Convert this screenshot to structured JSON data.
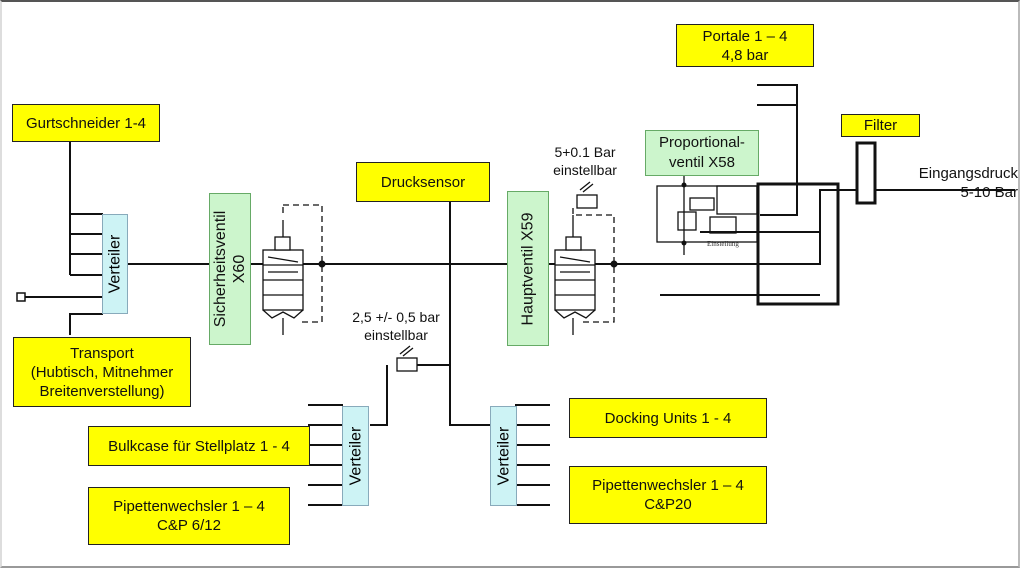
{
  "diagram": {
    "type": "pneumatic-schematic",
    "consumers": {
      "gurtschneider": "Gurtschneider 1-4",
      "transport": "Transport\n(Hubtisch, Mitnehmer\nBreitenverstellung)",
      "bulkcase": "Bulkcase für Stellplatz 1 - 4",
      "pipettenwechsler_cp612": "Pipettenwechsler 1 – 4\nC&P 6/12",
      "docking_units": "Docking Units 1 - 4",
      "pipettenwechsler_cp20": "Pipettenwechsler 1 – 4\nC&P20",
      "portale": "Portale 1 – 4\n4,8 bar"
    },
    "components": {
      "sicherheitsventil": "Sicherheitsventil\nX60",
      "hauptventil": "Hauptventil X59",
      "proportionalventil": "Proportional-\nventil X58",
      "drucksensor": "Drucksensor",
      "filter": "Filter",
      "verteiler_label": "Verteiler"
    },
    "annotations": {
      "regulator_low": "2,5 +/- 0,5 bar\neinstellbar",
      "regulator_main": "5+0.1 Bar\neinstellbar",
      "inlet": "Eingangsdruck\n5-10 Bar",
      "prop_small_text": "Einstellung"
    },
    "colors": {
      "consumer_box": "#ffff00",
      "component_box": "#ccf5cc",
      "distributor_box": "#cdf3f5",
      "line": "#111111"
    }
  }
}
